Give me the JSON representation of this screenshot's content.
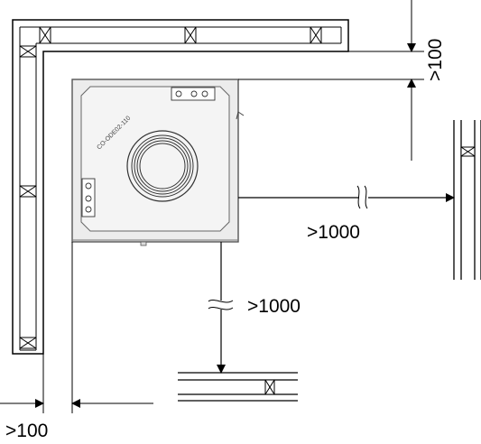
{
  "unit": {
    "model_label": "CO-ODE02-110"
  },
  "dimensions": {
    "top_clearance": ">100",
    "left_clearance": ">100",
    "front_clearance": ">1000",
    "right_clearance": ">1000"
  },
  "colors": {
    "line": "#000000",
    "unit_outline": "#555555",
    "unit_fill": "#ececec",
    "panel_fill": "#f4f4f4"
  }
}
